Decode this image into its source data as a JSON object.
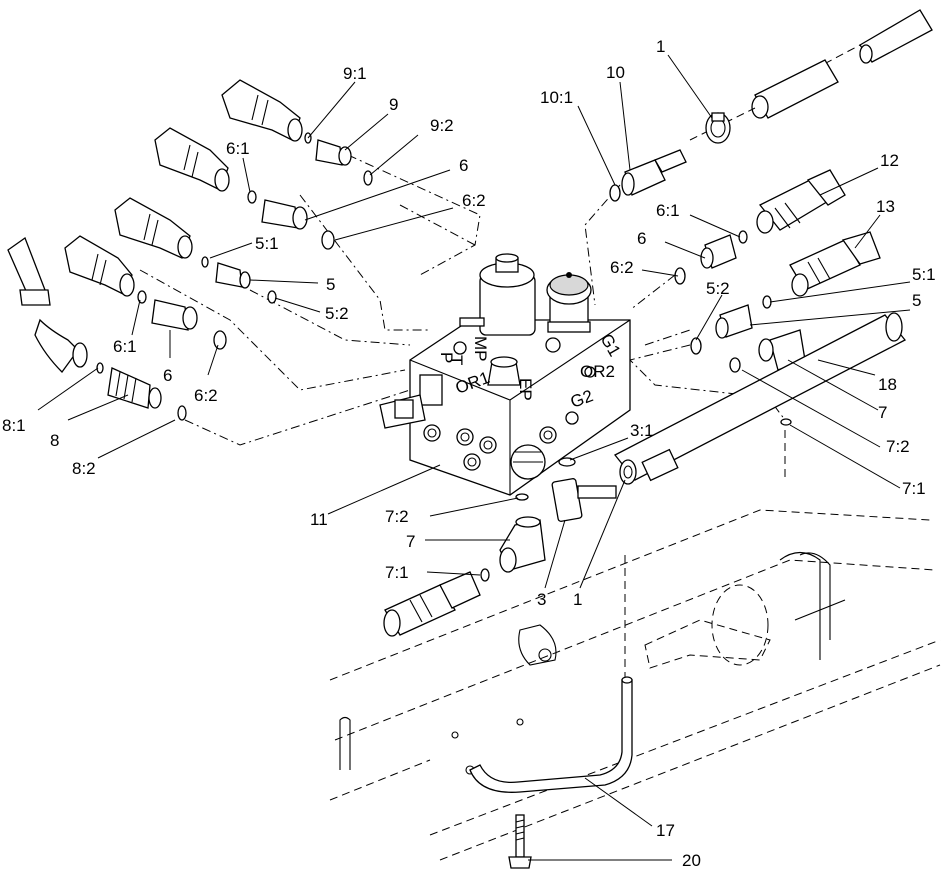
{
  "callouts": [
    {
      "id": "c-9-1",
      "text": "9:1"
    },
    {
      "id": "c-9",
      "text": "9"
    },
    {
      "id": "c-9-2",
      "text": "9:2"
    },
    {
      "id": "c-6-1-left",
      "text": "6:1"
    },
    {
      "id": "c-6-top",
      "text": "6"
    },
    {
      "id": "c-6-2-top",
      "text": "6:2"
    },
    {
      "id": "c-5-1-left",
      "text": "5:1"
    },
    {
      "id": "c-5-left",
      "text": "5"
    },
    {
      "id": "c-5-2-left",
      "text": "5:2"
    },
    {
      "id": "c-6-1-low",
      "text": "6:1"
    },
    {
      "id": "c-6-low",
      "text": "6"
    },
    {
      "id": "c-6-2-low",
      "text": "6:2"
    },
    {
      "id": "c-8-1",
      "text": "8:1"
    },
    {
      "id": "c-8",
      "text": "8"
    },
    {
      "id": "c-8-2",
      "text": "8:2"
    },
    {
      "id": "c-11",
      "text": "11"
    },
    {
      "id": "c-7-2-low",
      "text": "7:2"
    },
    {
      "id": "c-7-low",
      "text": "7"
    },
    {
      "id": "c-7-1-low",
      "text": "7:1"
    },
    {
      "id": "c-3",
      "text": "3"
    },
    {
      "id": "c-1-low",
      "text": "1"
    },
    {
      "id": "c-3-1",
      "text": "3:1"
    },
    {
      "id": "c-10-1",
      "text": "10:1"
    },
    {
      "id": "c-10",
      "text": "10"
    },
    {
      "id": "c-1-top",
      "text": "1"
    },
    {
      "id": "c-12",
      "text": "12"
    },
    {
      "id": "c-6-1-right",
      "text": "6:1"
    },
    {
      "id": "c-6-right",
      "text": "6"
    },
    {
      "id": "c-6-2-right",
      "text": "6:2"
    },
    {
      "id": "c-13",
      "text": "13"
    },
    {
      "id": "c-5-2-right",
      "text": "5:2"
    },
    {
      "id": "c-5-1-right",
      "text": "5:1"
    },
    {
      "id": "c-5-right",
      "text": "5"
    },
    {
      "id": "c-18",
      "text": "18"
    },
    {
      "id": "c-7-right",
      "text": "7"
    },
    {
      "id": "c-7-2-right",
      "text": "7:2"
    },
    {
      "id": "c-7-1-right",
      "text": "7:1"
    },
    {
      "id": "c-17",
      "text": "17"
    },
    {
      "id": "c-20",
      "text": "20"
    }
  ],
  "valve_markings": [
    {
      "id": "m-or1",
      "text": "OR1"
    },
    {
      "id": "m-or2",
      "text": "OR2"
    },
    {
      "id": "m-ep",
      "text": "EP"
    },
    {
      "id": "m-g2",
      "text": "G2"
    },
    {
      "id": "m-g1",
      "text": "G1"
    },
    {
      "id": "m-mp",
      "text": "MP"
    },
    {
      "id": "m-p",
      "text": "P"
    },
    {
      "id": "m-t",
      "text": "T"
    }
  ]
}
